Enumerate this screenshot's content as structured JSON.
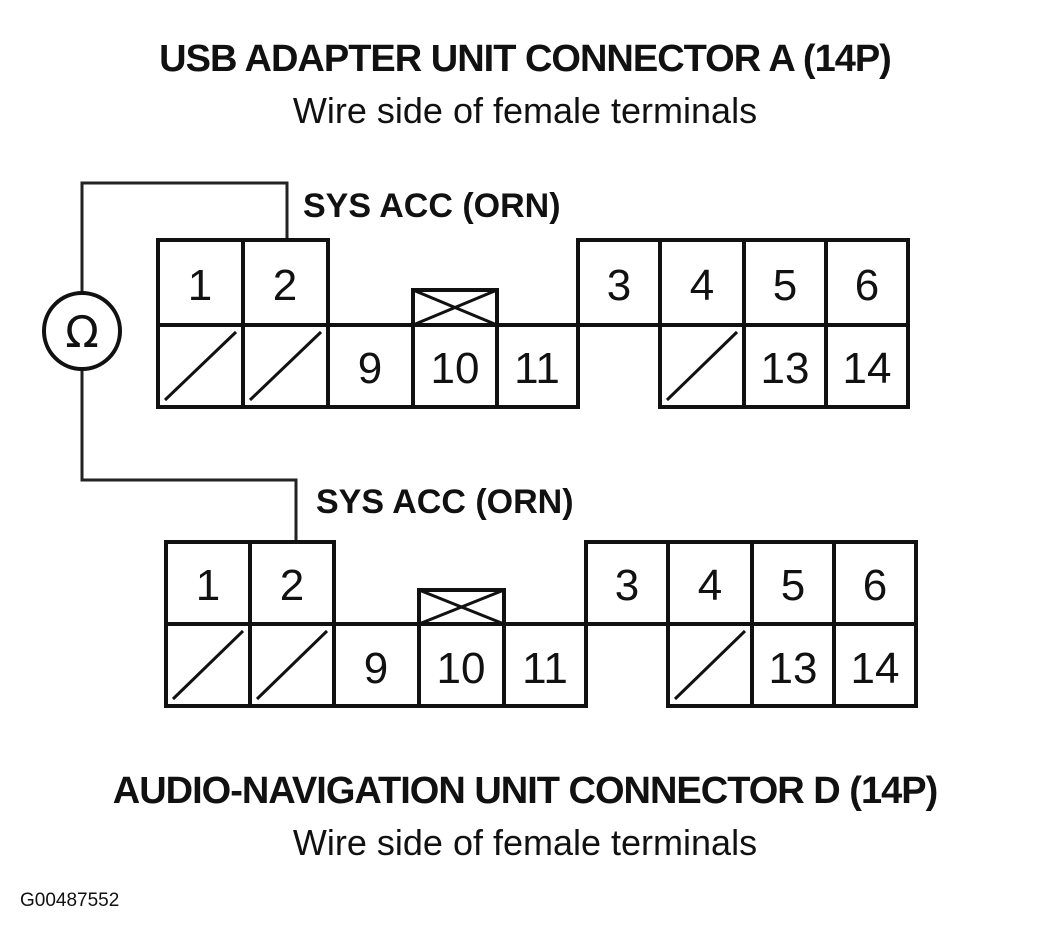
{
  "connector_a": {
    "title": "USB ADAPTER UNIT CONNECTOR A (14P)",
    "subtitle": "Wire side of female terminals",
    "pin_label": "SYS ACC (ORN)"
  },
  "connector_d": {
    "title": "AUDIO-NAVIGATION UNIT CONNECTOR D (14P)",
    "subtitle": "Wire side of female terminals",
    "pin_label": "SYS ACC (ORN)"
  },
  "terminals": {
    "t1": "1",
    "t2": "2",
    "t3": "3",
    "t4": "4",
    "t5": "5",
    "t6": "6",
    "t9": "9",
    "t10": "10",
    "t11": "11",
    "t13": "13",
    "t14": "14"
  },
  "meter_symbol": "Ω",
  "figure_id": "G00487552"
}
